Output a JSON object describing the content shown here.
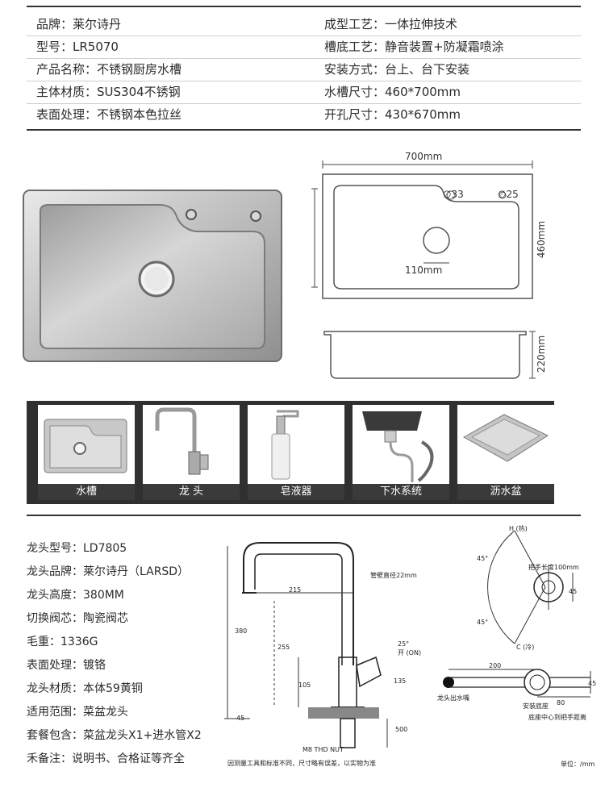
{
  "specs": {
    "left": [
      {
        "label": "品牌：",
        "value": "莱尔诗丹"
      },
      {
        "label": "型号：",
        "value": "LR5070"
      },
      {
        "label": "产品名称：",
        "value": "不锈钢厨房水槽"
      },
      {
        "label": "主体材质：",
        "value": "SUS304不锈钢"
      },
      {
        "label": "表面处理：",
        "value": "不锈钢本色拉丝"
      }
    ],
    "right": [
      {
        "label": "成型工艺：",
        "value": "一体拉伸技术"
      },
      {
        "label": "槽底工艺：",
        "value": "静音装置+防凝霜喷涂"
      },
      {
        "label": "安装方式：",
        "value": "台上、台下安装"
      },
      {
        "label": "水槽尺寸：",
        "value": "460*700mm"
      },
      {
        "label": "开孔尺寸：",
        "value": "430*670mm"
      }
    ]
  },
  "sink_drawing": {
    "width_label": "700mm",
    "height_label": "460mm",
    "depth_label": "220mm",
    "hole1_label": "∅33",
    "hole2_label": "∅25",
    "drain_label": "110mm"
  },
  "accessories": [
    {
      "label": "水槽"
    },
    {
      "label": "龙 头"
    },
    {
      "label": "皂液器"
    },
    {
      "label": "下水系统"
    },
    {
      "label": "沥水盆"
    }
  ],
  "faucet_specs": [
    "龙头型号：LD7805",
    "龙头品牌：莱尔诗丹（LARSD）",
    "龙头高度：380MM",
    "切换阀芯：陶瓷阀芯",
    "毛重：1336G",
    "表面处理：镀铬",
    "龙头材质：本体59黄铜",
    "适用范围：菜盆龙头",
    "套餐包含：菜盆龙头X1+进水管X2",
    "禾备注：说明书、合格证等齐全"
  ],
  "faucet_drawing": {
    "pipe_label": "管壁直径22mm",
    "d215": "215",
    "d380": "380",
    "d255": "255",
    "d105": "105",
    "d45": "45",
    "d135": "135",
    "d500": "500",
    "angle_label": "25°",
    "on_label": "开 (ON)",
    "thread_label": "M8 THD NUT",
    "note": "因测量工具和标准不同，尺寸略有误差，以实物为准",
    "hot_label": "H (热)",
    "cold_label": "C (冷)",
    "angle45a": "45°",
    "angle45b": "45°",
    "handle_len": "把手长度100mm",
    "d45_side": "45",
    "d200": "200",
    "d80": "80",
    "d45_base": "45",
    "outlet_label": "龙头出水嘴",
    "base_label": "安装底座",
    "base_dist": "底座中心到把手距离",
    "unit": "单位：/mm"
  }
}
